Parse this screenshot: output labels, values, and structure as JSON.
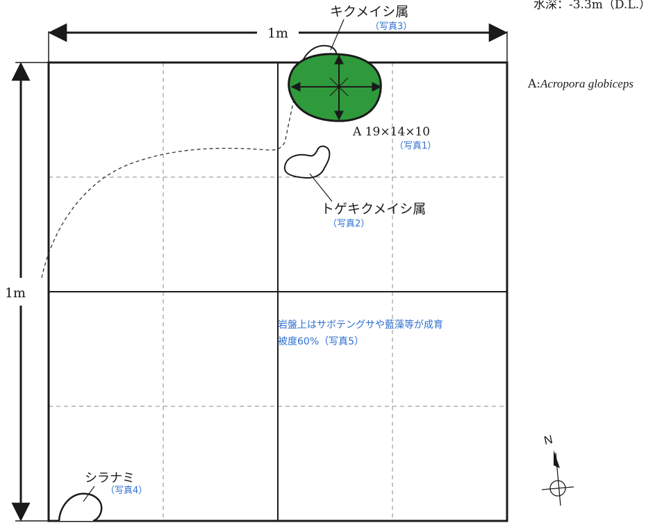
{
  "header": {
    "depth_text": "水深：-3.3m（D.L.）"
  },
  "dimensions": {
    "width_label": "1m",
    "height_label": "1m"
  },
  "legend": {
    "code": "A",
    "species": "Acropora globiceps"
  },
  "annotations": {
    "kikumeishi": {
      "name": "キクメイシ属",
      "photo": "（写真3）"
    },
    "coral_a": {
      "measure": "A 19×14×10",
      "photo": "（写真1）"
    },
    "togekikumeishi": {
      "name": "トゲキクメイシ属",
      "photo": "（写真2）"
    },
    "rock_note": {
      "line1": "岩盤上はサボテングサや藍藻等が成育",
      "line2": "被度60%（写真5）"
    },
    "shiranami": {
      "name": "シラナミ",
      "photo": "（写真4）"
    }
  },
  "compass": {
    "north_label": "N"
  },
  "colors": {
    "coral_fill": "#2f9a3b",
    "annotation_blue": "#2e6fd1",
    "line": "#1a1a1a",
    "grid_dash": "#888888"
  }
}
